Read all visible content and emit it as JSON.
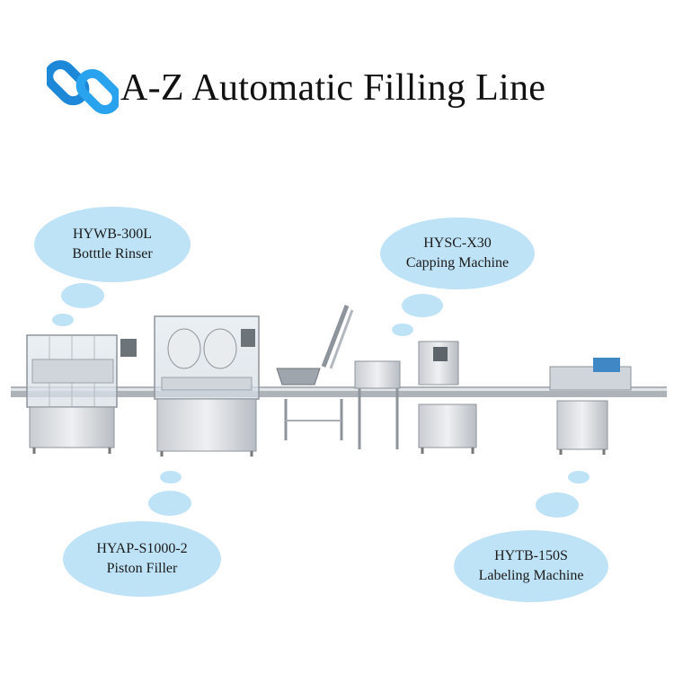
{
  "title": "A-Z Automatic Filling Line",
  "icons": {
    "logo": "chain-link-icon"
  },
  "colors": {
    "bubble": "#bfe3f6",
    "logo": "#1e88d8",
    "title": "#111111"
  },
  "callouts": [
    {
      "model": "HYWB-300L",
      "name": "Botttle Rinser"
    },
    {
      "model": "HYSC-X30",
      "name": "Capping Machine"
    },
    {
      "model": "HYAP-S1000-2",
      "name": "Piston Filler"
    },
    {
      "model": "HYTB-150S",
      "name": "Labeling Machine"
    }
  ]
}
